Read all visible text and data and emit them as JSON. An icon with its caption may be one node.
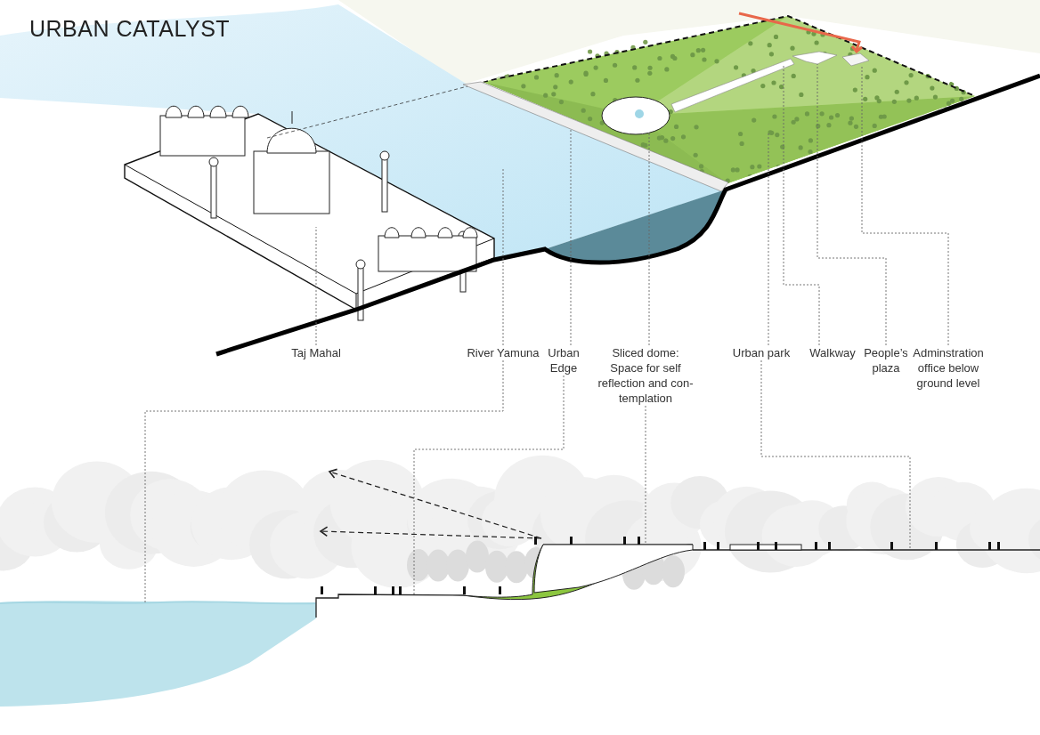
{
  "diagram": {
    "title": "URBAN CATALYST",
    "nodes": [
      {
        "text": [
          "Taj Mahal"
        ]
      },
      {
        "text": [
          "River Yamuna"
        ]
      },
      {
        "text": [
          "Urban Edge"
        ]
      },
      {
        "text": [
          "Sliced dome:",
          "Space for self reflection and con-templation"
        ]
      },
      {
        "text": [
          "Urban park"
        ]
      },
      {
        "text": [
          "Walkway"
        ]
      },
      {
        "text": [
          "People’s plaza"
        ]
      },
      {
        "text": [
          "Adminstration office below ground level"
        ]
      },
      {
        "text": [],
        "shape": "picture"
      },
      {
        "text": [],
        "shape": "picture"
      },
      {
        "text": [],
        "shape": "bar"
      },
      {
        "text": [],
        "shape": "picture",
        "in": 12
      },
      {
        "text": [],
        "shape": "picture"
      },
      {
        "text": [],
        "shape": "bar",
        "in": 12
      },
      {
        "text": [],
        "shape": "picture",
        "in": 12
      },
      {
        "text": [],
        "shape": "picture",
        "in": 12
      },
      {
        "text": [],
        "shape": "picture"
      },
      {
        "text": [],
        "shape": "picture"
      },
      {
        "text": [],
        "shape": "picture"
      },
      {
        "text": [],
        "shape": "picture"
      }
    ],
    "edges": [
      {
        "from": 0,
        "to": 8,
        "arrow": "none"
      },
      {
        "from": 1,
        "to": 9,
        "arrow": "none"
      },
      {
        "from": 1,
        "to": 16,
        "arrow": "none"
      },
      {
        "from": 2,
        "to": 10,
        "arrow": "none"
      },
      {
        "from": 2,
        "to": 17,
        "arrow": "none"
      },
      {
        "from": 3,
        "to": 11,
        "arrow": "none"
      },
      {
        "from": 3,
        "to": 18,
        "arrow": "none"
      },
      {
        "from": 4,
        "to": 12,
        "arrow": "none"
      },
      {
        "from": 4,
        "to": 19,
        "arrow": "none"
      },
      {
        "from": 5,
        "to": 13,
        "arrow": "none"
      },
      {
        "from": 6,
        "to": 14,
        "arrow": "none"
      },
      {
        "from": 7,
        "to": 15,
        "arrow": "none"
      }
    ]
  }
}
